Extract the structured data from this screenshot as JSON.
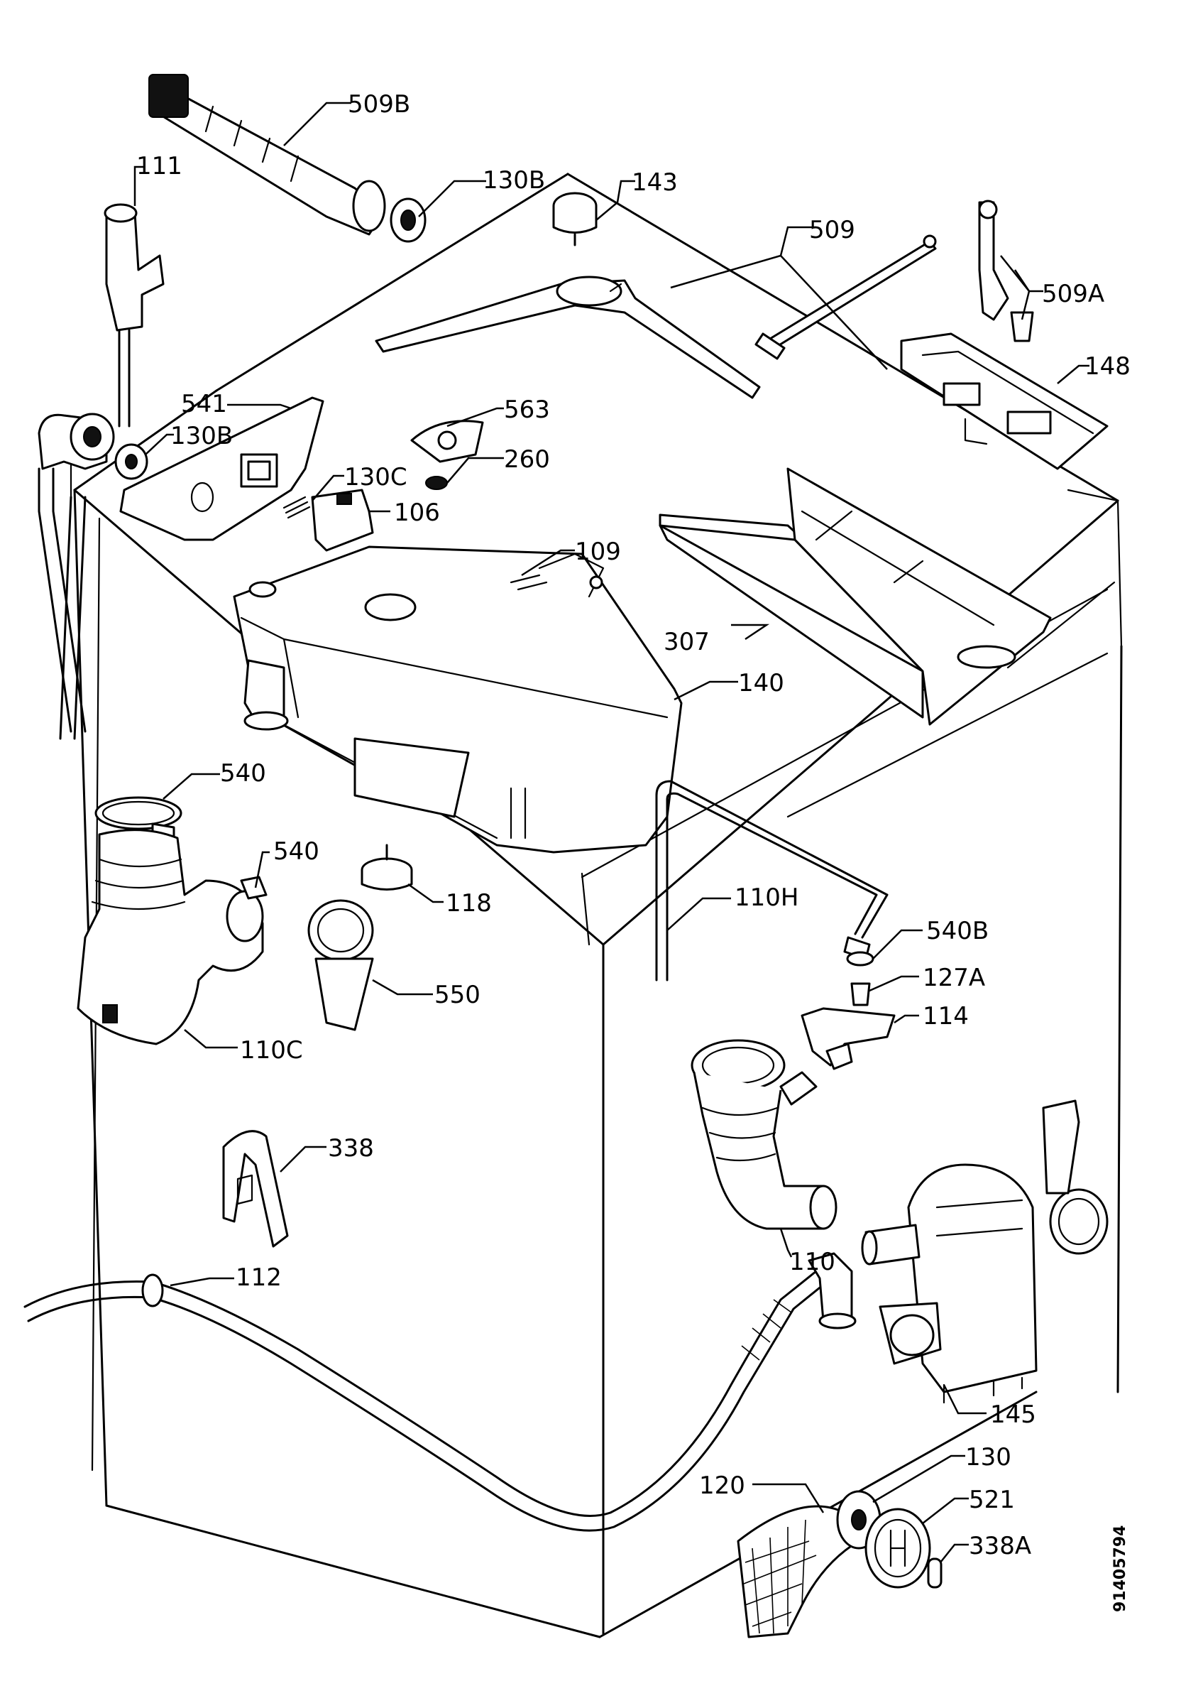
{
  "diagram": {
    "labels": {
      "l509B": "509B",
      "l111": "111",
      "l130B_top": "130B",
      "l143": "143",
      "l509": "509",
      "l509A": "509A",
      "l148": "148",
      "l541": "541",
      "l130B": "130B",
      "l563": "563",
      "l260": "260",
      "l130C": "130C",
      "l106": "106",
      "l109": "109",
      "l307": "307",
      "l140": "140",
      "l540_a": "540",
      "l540_b": "540",
      "l118": "118",
      "l110H": "110H",
      "l540B": "540B",
      "l127A": "127A",
      "l114": "114",
      "l550": "550",
      "l110C": "110C",
      "l338": "338",
      "l110": "110",
      "l112": "112",
      "l145": "145",
      "l130": "130",
      "l120": "120",
      "l521": "521",
      "l338A": "338A"
    },
    "document_number": "91405794"
  }
}
